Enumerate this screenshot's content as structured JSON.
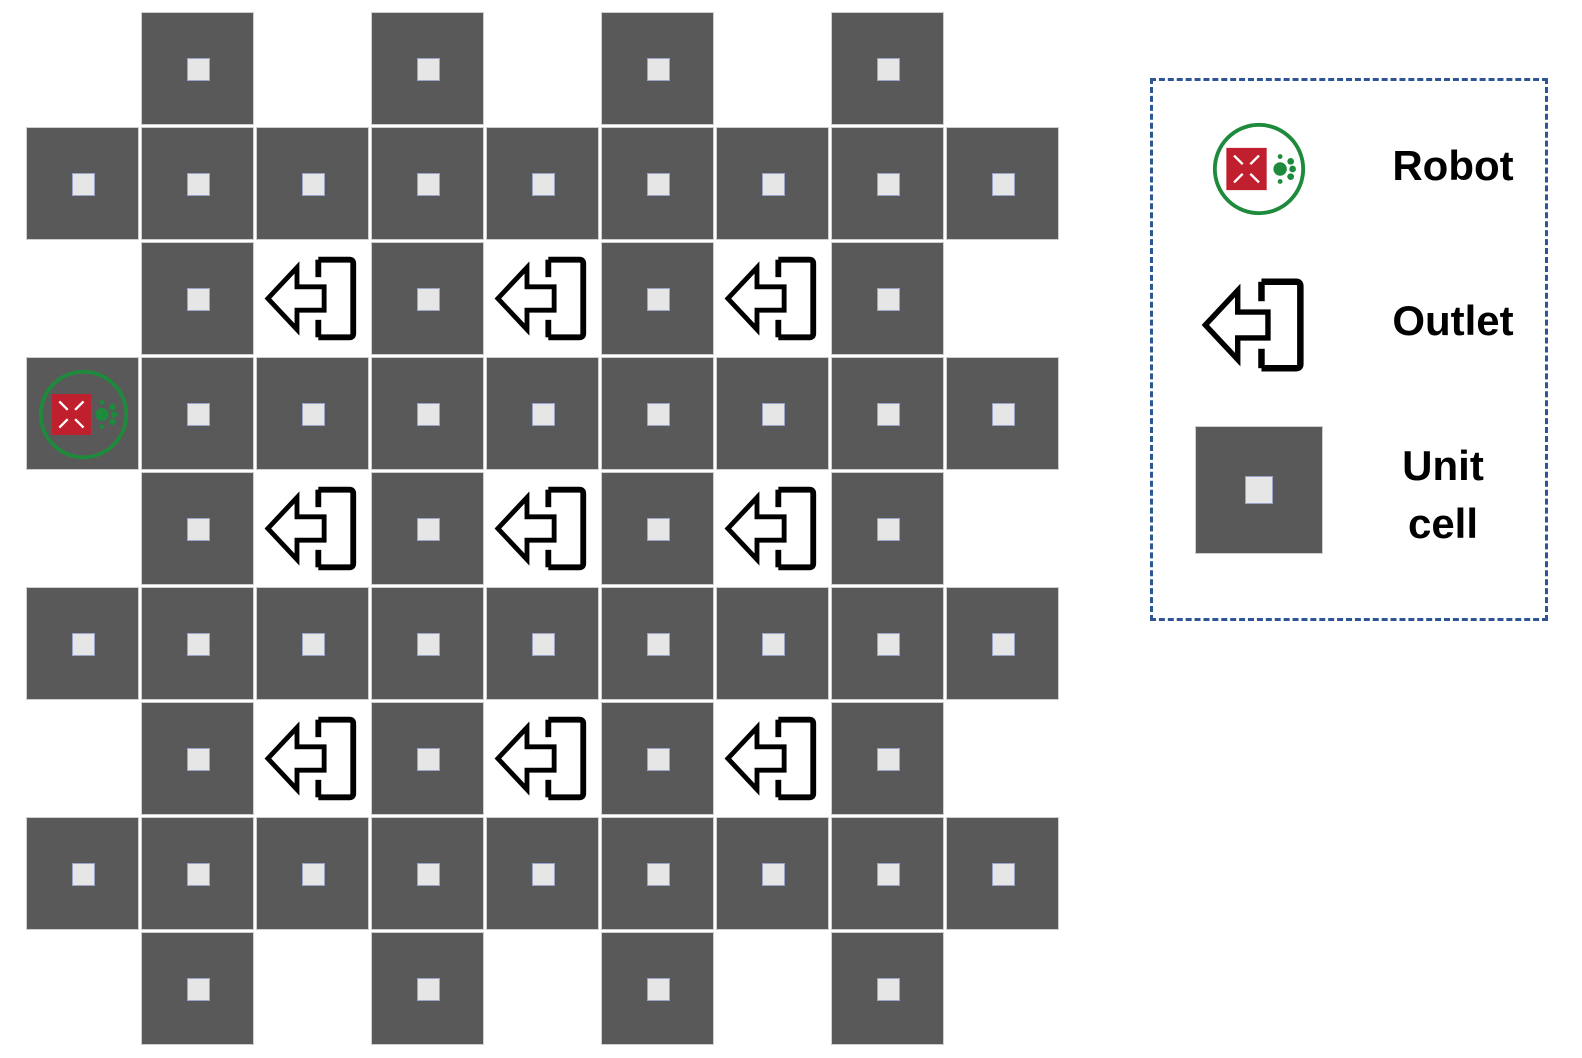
{
  "colors": {
    "unit_cell": "#595959",
    "unit_center": "#e6e6e6",
    "robot_ring": "#1e8a3c",
    "robot_body": "#c0202e",
    "legend_border": "#2f5597"
  },
  "grid": {
    "rows": [
      "_U_U_U_U_",
      "UUUUUUUUU",
      "_UOUOUOU_",
      "RUUUUUUUU",
      "_UOUOUOU_",
      "UUUUUUUUU",
      "_UOUOUOU_",
      "UUUUUUUUU",
      "_U_U_U_U_"
    ],
    "legend_key": {
      "U": "unit-cell",
      "O": "outlet",
      "R": "robot",
      "_": "empty"
    }
  },
  "legend": {
    "robot_label": "Robot",
    "outlet_label": "Outlet",
    "unit_label_line1": "Unit",
    "unit_label_line2": "cell",
    "robot_icon": "robot-icon",
    "outlet_icon": "outlet-arrow-icon",
    "unit_icon": "unit-cell-icon"
  }
}
